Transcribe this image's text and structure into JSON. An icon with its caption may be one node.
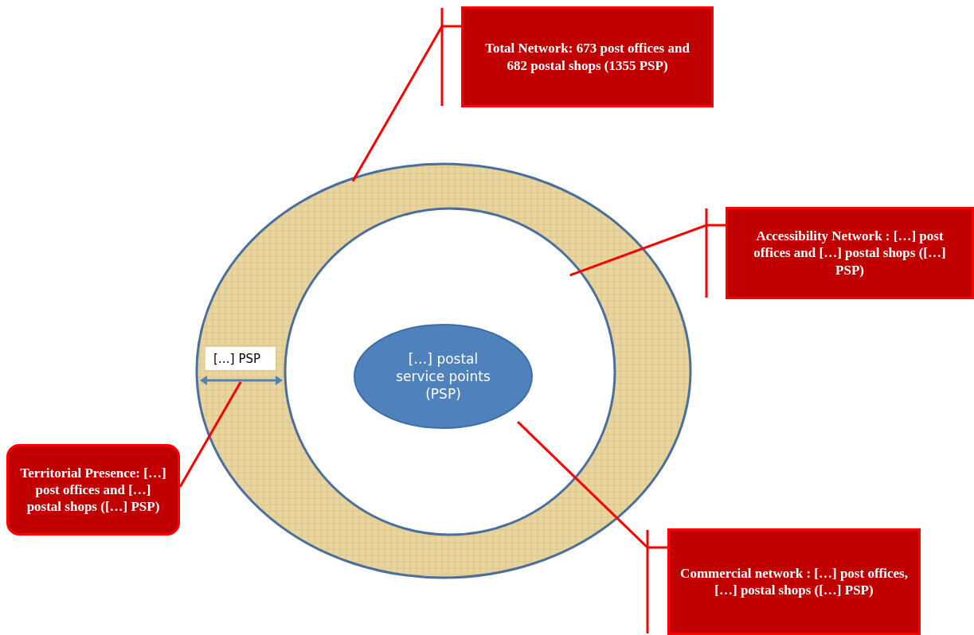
{
  "diagram": {
    "nodes": [
      {
        "text": [
          "Total Network: 673 post offices and 682 postal shops (1355 PSP)"
        ]
      },
      {
        "text": [
          "Accessibility Network : […] post offices and […] postal shops ([…] PSP)"
        ]
      },
      {
        "text": [
          "Territorial Presence: […] post offices and […] postal shops ([…] PSP)"
        ]
      },
      {
        "text": [
          "Commercial network : […] post offices, […] postal shops ([…] PSP)"
        ]
      },
      {
        "text": [],
        "shape": "ring"
      },
      {
        "text": [
          "[…] PSP"
        ],
        "in": 4
      },
      {
        "text": [
          "[…] postal service points (PSP)"
        ],
        "in": 4
      }
    ],
    "edges": [
      {
        "from": 0,
        "to": 4,
        "arrow": "none"
      },
      {
        "from": 1,
        "to": 4,
        "arrow": "none"
      },
      {
        "from": 2,
        "to": 4,
        "arrow": "none"
      },
      {
        "from": 3,
        "to": 6,
        "arrow": "none"
      }
    ]
  }
}
